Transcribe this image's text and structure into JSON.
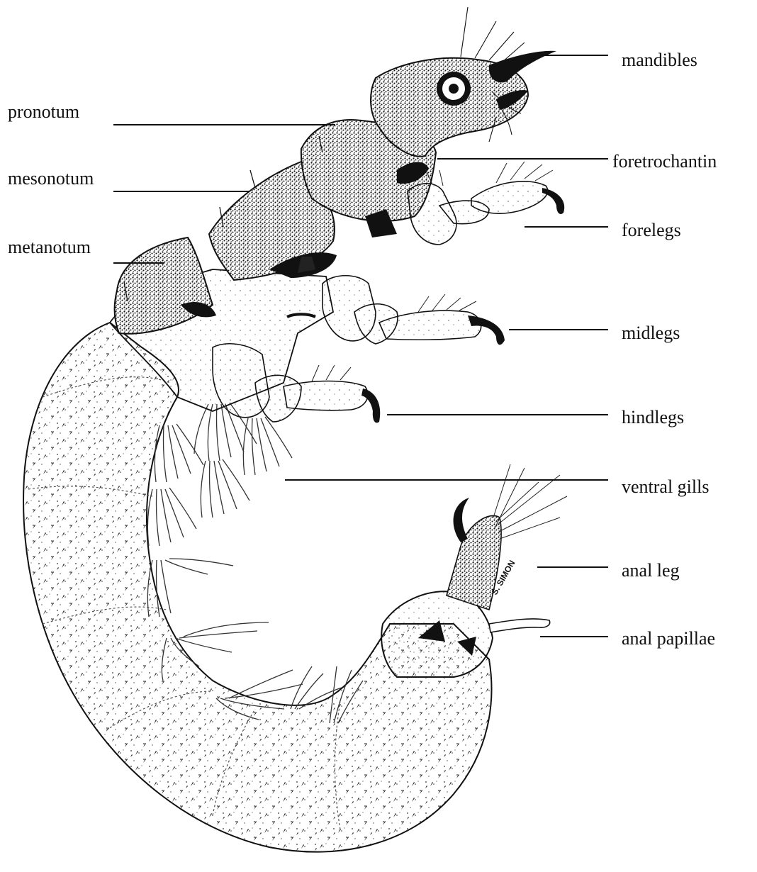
{
  "labels": {
    "mandibles": "mandibles",
    "pronotum": "pronotum",
    "foretrochantin": "foretrochantin",
    "mesonotum": "mesonotum",
    "forelegs": "forelegs",
    "metanotum": "metanotum",
    "midlegs": "midlegs",
    "hindlegs": "hindlegs",
    "ventral_gills": "ventral gills",
    "anal_leg": "anal leg",
    "anal_papillae": "anal papillae"
  },
  "signature": "S. SIMON",
  "colors": {
    "ink": "#111111",
    "paper": "#ffffff",
    "sclerite_dark": "#1a1a1a",
    "body_stipple": "#3a3a3a"
  }
}
